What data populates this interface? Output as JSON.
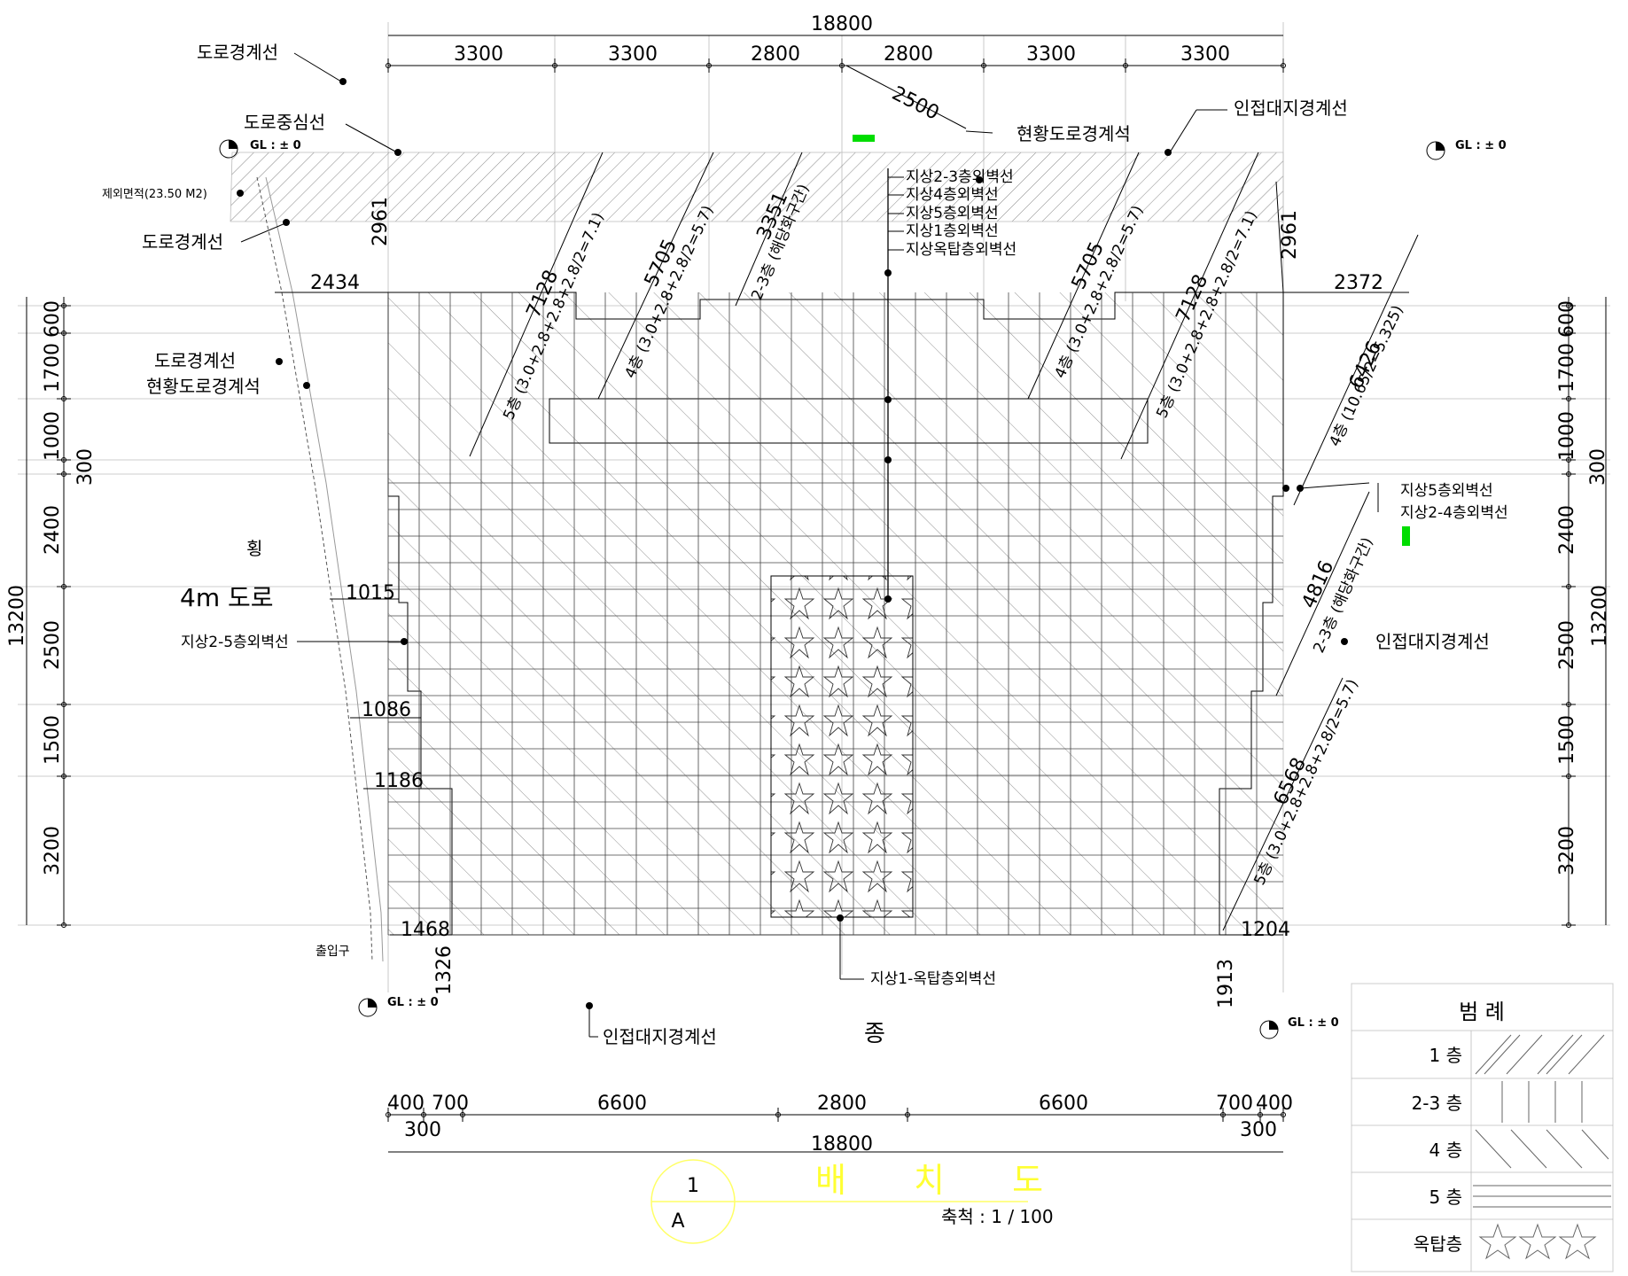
{
  "title": "배 치 도",
  "scale": "축척 : 1 / 100",
  "label_no": "1",
  "label_sheet": "A",
  "colors": {
    "title": "#ffff33",
    "marker": "#00dd00",
    "line": "#000000"
  },
  "dims_top": {
    "total": "18800",
    "parts": [
      "3300",
      "3300",
      "2800",
      "2800",
      "3300",
      "3300"
    ],
    "diag": "2500"
  },
  "dims_bottom": {
    "total": "18800",
    "parts": [
      "400",
      "700",
      "6600",
      "2800",
      "6600",
      "700",
      "400"
    ],
    "sub_left": "300",
    "sub_right": "300"
  },
  "dims_left": {
    "total": "13200",
    "parts": [
      "600",
      "1700",
      "1000",
      "300",
      "2400",
      "2500",
      "1500",
      "3200"
    ]
  },
  "dims_right": {
    "total": "13200",
    "parts": [
      "600",
      "1700",
      "1000",
      "300",
      "2400",
      "2500",
      "1500",
      "3200"
    ]
  },
  "offsets": {
    "top_left": "2434",
    "top_right": "2372",
    "d1015": "1015",
    "d1086": "1086",
    "d1186": "1186",
    "d1468": "1468",
    "d1204": "1204",
    "d1326": "1326",
    "d1913": "1913",
    "left_2961": "2961",
    "right_2961": "2961"
  },
  "diagonals": [
    {
      "value": "7128",
      "note": "5층 (3.0+2.8+2.8+2.8/2=7.1)"
    },
    {
      "value": "5705",
      "note": "4층 (3.0+2.8+2.8/2=5.7)"
    },
    {
      "value": "3351",
      "note": "2-3층 (해당화구간)"
    },
    {
      "value": "5705",
      "note": "4층 (3.0+2.8+2.8/2=5.7)"
    },
    {
      "value": "7128",
      "note": "5층 (3.0+2.8+2.8+2.8/2=7.1)"
    },
    {
      "value": "6426",
      "note": "4층 (10.65/2=5.325)"
    },
    {
      "value": "4816",
      "note": "2-3층 (해당화구간)"
    },
    {
      "value": "6568",
      "note": "5층 (3.0+2.8+2.8+2.8/2=5.7)"
    }
  ],
  "labels": {
    "road_boundary_top": "도로경계선",
    "road_center": "도로중심선",
    "gl_top_left": "GL : ± 0",
    "excluded_area": "제외면적(23.50 M2)",
    "road_boundary_left": "도로경계선",
    "road_boundary_mid": "도로경계선",
    "current_road_boundary_left": "현황도로경계석",
    "current_road_boundary_top": "현황도로경계석",
    "adjacent_top": "인접대지경계선",
    "gl_top_right": "GL : ± 0",
    "wall_23": "지상2-3층외벽선",
    "wall_4": "지상4층외벽선",
    "wall_5": "지상5층외벽선",
    "wall_1": "지상1층외벽선",
    "wall_roof": "지상옥탑층외벽선",
    "wall_5_right": "지상5층외벽선",
    "wall_24_right": "지상2-4층외벽선",
    "road_side_char": "횡",
    "road_4m": "4m 도로",
    "wall_25_left": "지상2-5층외벽선",
    "adjacent_right": "인접대지경계선",
    "entrance": "출입구",
    "gl_bottom_left": "GL : ± 0",
    "adjacent_bottom": "인접대지경계선",
    "wall_1_roof": "지상1-옥탑층외벽선",
    "bottom_char": "종",
    "gl_bottom_right": "GL : ± 0"
  },
  "legend": {
    "title": "범 례",
    "items": [
      {
        "label": "1 층",
        "pattern": "diagonal-double"
      },
      {
        "label": "2-3 층",
        "pattern": "vertical"
      },
      {
        "label": "4 층",
        "pattern": "diagonal"
      },
      {
        "label": "5 층",
        "pattern": "horizontal"
      },
      {
        "label": "옥탑층",
        "pattern": "stars"
      }
    ]
  }
}
